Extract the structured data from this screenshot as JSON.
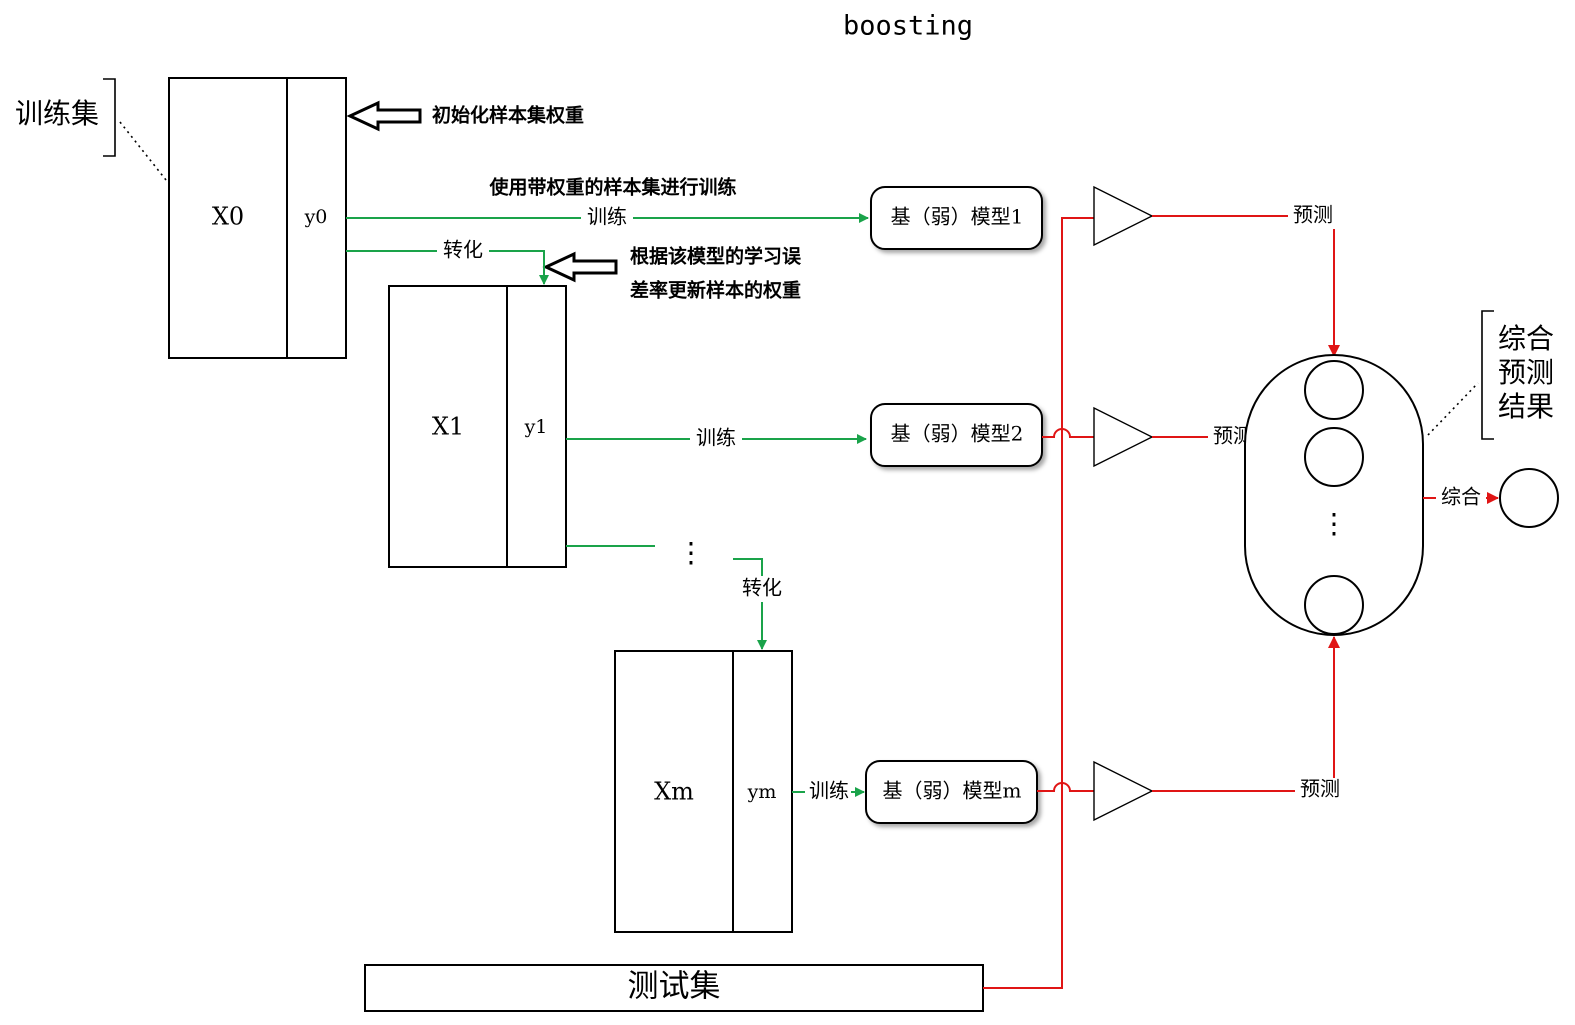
{
  "title": "boosting",
  "train_set_label": "训练集",
  "test_set_label": "测试集",
  "init_weights_label": "初始化样本集权重",
  "weighted_train_label": "使用带权重的样本集进行训练",
  "update_weights_label_line1": "根据该模型的学习误",
  "update_weights_label_line2": "差率更新样本的权重",
  "datasets": [
    {
      "x": "X0",
      "y": "y0"
    },
    {
      "x": "X1",
      "y": "y1"
    },
    {
      "x": "Xm",
      "y": "ym"
    }
  ],
  "models": [
    {
      "label": "基（弱）模型1"
    },
    {
      "label": "基（弱）模型2"
    },
    {
      "label": "基（弱）模型m"
    }
  ],
  "edge_labels": {
    "train": "训练",
    "transform": "转化",
    "predict": "预测",
    "combine": "综合"
  },
  "ellipsis": "⋮",
  "combined_result_label_lines": [
    "综合",
    "预测",
    "结果"
  ],
  "colors": {
    "train_flow": "#1aa34a",
    "predict_flow": "#e01515",
    "outline": "#000000"
  },
  "icons": [
    "hollow-left-arrow-icon",
    "amplifier-triangle-icon",
    "circle-node-icon"
  ]
}
